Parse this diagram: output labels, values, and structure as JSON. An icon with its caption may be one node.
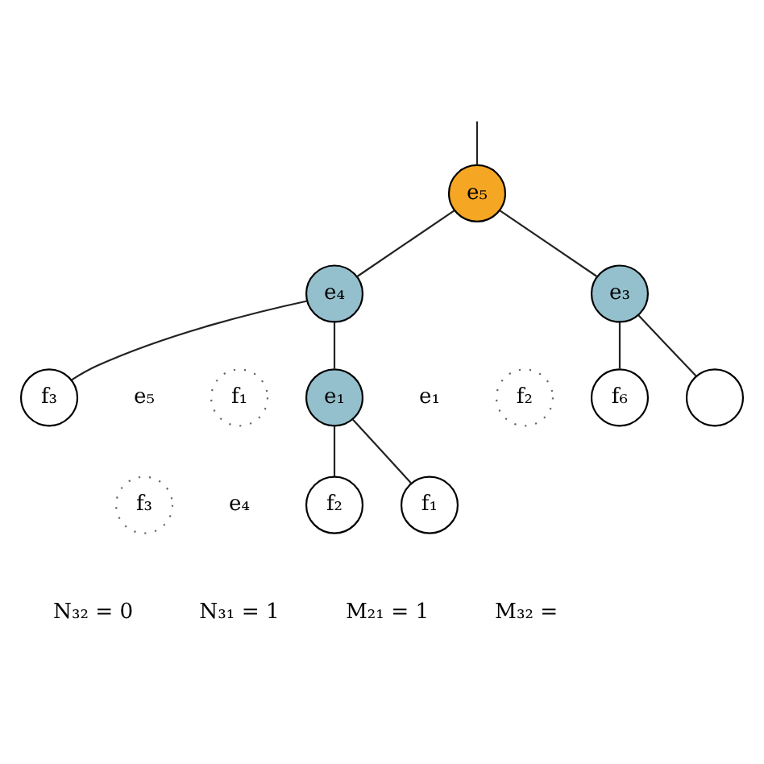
{
  "diagram": {
    "nodes": [
      {
        "text": [
          "f₁"
        ]
      },
      {
        "text": [
          "f₂"
        ]
      },
      {
        "text": [
          "f₃"
        ]
      },
      {
        "text": [
          "e₅"
        ]
      },
      {
        "text": [
          "e₄"
        ]
      },
      {
        "text": [
          "e₃"
        ]
      },
      {
        "text": [
          "e₁"
        ]
      },
      {
        "text": [
          "f₃"
        ]
      },
      {
        "text": [
          "f₆"
        ]
      },
      {
        "text": [],
        "shape": "circle"
      },
      {
        "text": [
          "f₁"
        ]
      },
      {
        "text": [
          "f₂"
        ]
      }
    ],
    "edges": [
      {
        "from": null,
        "to": 3,
        "arrow": "none"
      },
      {
        "from": 3,
        "to": 4,
        "arrow": "none"
      },
      {
        "from": 3,
        "to": 5,
        "arrow": "none"
      },
      {
        "from": 4,
        "to": 6,
        "arrow": "none"
      },
      {
        "from": 4,
        "to": 7,
        "arrow": "none"
      },
      {
        "from": 5,
        "to": 8,
        "arrow": "none"
      },
      {
        "from": 5,
        "to": 9,
        "arrow": "none"
      },
      {
        "from": 6,
        "to": 10,
        "arrow": "none"
      },
      {
        "from": 6,
        "to": 11,
        "arrow": "none"
      }
    ],
    "labels": [
      "e₅",
      "e₁",
      "e₄",
      "N₃₂ = 0",
      "N₃₁ = 1",
      "M₂₁ = 1",
      "M₃₂ ="
    ]
  }
}
